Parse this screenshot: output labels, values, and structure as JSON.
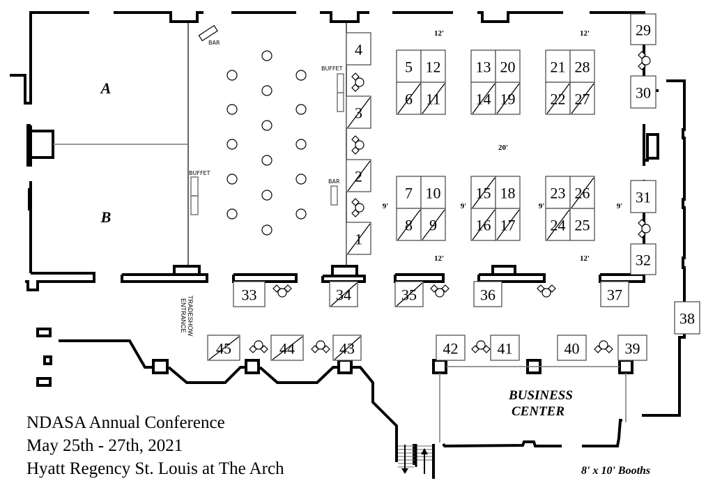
{
  "event": {
    "title": "NDASA Annual Conference",
    "dates": "May 25th - 27th, 2021",
    "venue": "Hyatt Regency St. Louis at The Arch"
  },
  "legend": {
    "booth_size_note": "8' x 10' Booths"
  },
  "rooms": {
    "a": "A",
    "b": "B",
    "business_center_line1": "BUSINESS",
    "business_center_line2": "CENTER"
  },
  "labels": {
    "bar_top": "BAR",
    "bar_side": "BAR",
    "buffet_left": "BUFFET",
    "buffet_right": "BUFFET",
    "tradeshow_entrance_line1": "TRADESHOW",
    "tradeshow_entrance_line2": "ENTRANCE"
  },
  "dimensions": {
    "top_left_aisle": "12'",
    "top_right_aisle": "12'",
    "center_aisle": "20'",
    "bottom_left_aisle": "12'",
    "bottom_right_aisle": "12'",
    "side_aisle_1": "9'",
    "side_aisle_2": "9'",
    "side_aisle_3": "9'",
    "side_aisle_4": "9'"
  },
  "booths": [
    {
      "number": "1",
      "sold": true
    },
    {
      "number": "2",
      "sold": true
    },
    {
      "number": "3",
      "sold": true
    },
    {
      "number": "4",
      "sold": false
    },
    {
      "number": "5",
      "sold": false
    },
    {
      "number": "6",
      "sold": true
    },
    {
      "number": "7",
      "sold": false
    },
    {
      "number": "8",
      "sold": true
    },
    {
      "number": "9",
      "sold": true
    },
    {
      "number": "10",
      "sold": false
    },
    {
      "number": "11",
      "sold": true
    },
    {
      "number": "12",
      "sold": false
    },
    {
      "number": "13",
      "sold": false
    },
    {
      "number": "14",
      "sold": true
    },
    {
      "number": "15",
      "sold": true
    },
    {
      "number": "16",
      "sold": true
    },
    {
      "number": "17",
      "sold": true
    },
    {
      "number": "18",
      "sold": false
    },
    {
      "number": "19",
      "sold": true
    },
    {
      "number": "20",
      "sold": false
    },
    {
      "number": "21",
      "sold": false
    },
    {
      "number": "22",
      "sold": true
    },
    {
      "number": "23",
      "sold": false
    },
    {
      "number": "24",
      "sold": true
    },
    {
      "number": "25",
      "sold": false
    },
    {
      "number": "26",
      "sold": true
    },
    {
      "number": "27",
      "sold": true
    },
    {
      "number": "28",
      "sold": false
    },
    {
      "number": "29",
      "sold": false
    },
    {
      "number": "30",
      "sold": false
    },
    {
      "number": "31",
      "sold": false
    },
    {
      "number": "32",
      "sold": false
    },
    {
      "number": "33",
      "sold": false
    },
    {
      "number": "34",
      "sold": true
    },
    {
      "number": "35",
      "sold": true
    },
    {
      "number": "36",
      "sold": false
    },
    {
      "number": "37",
      "sold": false
    },
    {
      "number": "38",
      "sold": false
    },
    {
      "number": "39",
      "sold": false
    },
    {
      "number": "40",
      "sold": false
    },
    {
      "number": "41",
      "sold": false
    },
    {
      "number": "42",
      "sold": false
    },
    {
      "number": "43",
      "sold": true
    },
    {
      "number": "44",
      "sold": true
    },
    {
      "number": "45",
      "sold": true
    }
  ],
  "icons": {
    "lounge_seating": "seating-group-icon",
    "round_table": "round-table-icon",
    "stairs": "stairs-icon"
  }
}
